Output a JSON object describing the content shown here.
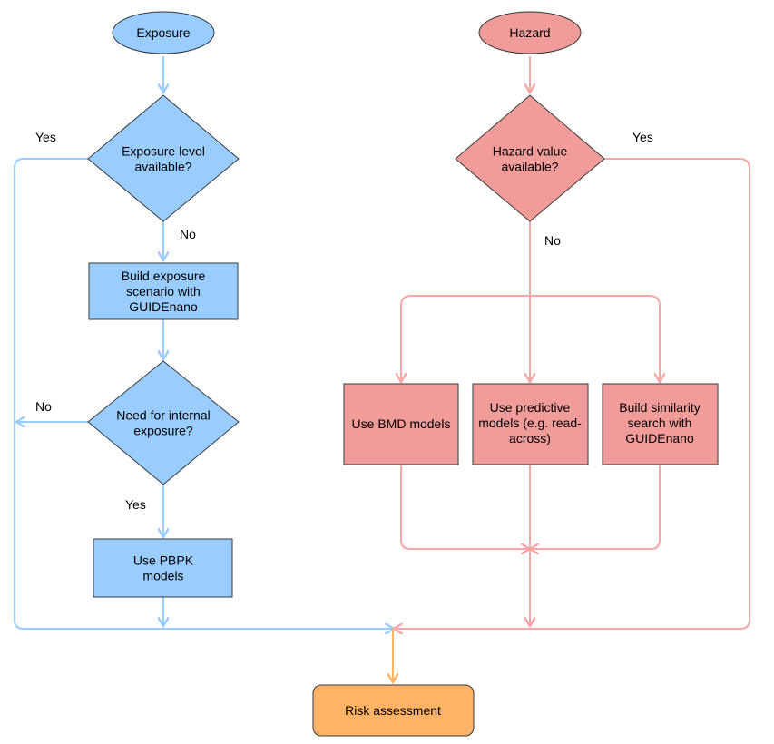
{
  "nodes": {
    "exposure": {
      "label": [
        "Exposure"
      ]
    },
    "hazard": {
      "label": [
        "Hazard"
      ]
    },
    "exposure_level": {
      "label": [
        "Exposure level",
        "available?"
      ]
    },
    "hazard_value": {
      "label": [
        "Hazard value",
        "available?"
      ]
    },
    "build_exposure": {
      "label": [
        "Build exposure",
        "scenario with",
        "GUIDEnano"
      ]
    },
    "internal_exposure": {
      "label": [
        "Need for internal",
        "exposure?"
      ]
    },
    "pbpk": {
      "label": [
        "Use PBPK",
        "models"
      ]
    },
    "bmd": {
      "label": [
        "Use BMD models"
      ]
    },
    "predictive": {
      "label": [
        "Use predictive",
        "models (e.g. read-",
        "across)"
      ]
    },
    "similarity": {
      "label": [
        "Build similarity",
        "search with",
        "GUIDEnano"
      ]
    },
    "risk": {
      "label": [
        "Risk assessment"
      ]
    }
  },
  "edge_labels": {
    "exposure_yes": "Yes",
    "exposure_no": "No",
    "hazard_yes": "Yes",
    "hazard_no": "No",
    "internal_no": "No",
    "internal_yes": "Yes"
  },
  "colors": {
    "exposure_fill": "#99ccff",
    "exposure_stroke": "#36393d",
    "exposure_line": "#99ccff",
    "hazard_fill": "#f19c99",
    "hazard_stroke": "#36393d",
    "hazard_line": "#f7a8a6",
    "risk_fill": "#ffb366",
    "risk_line": "#ffb366"
  }
}
